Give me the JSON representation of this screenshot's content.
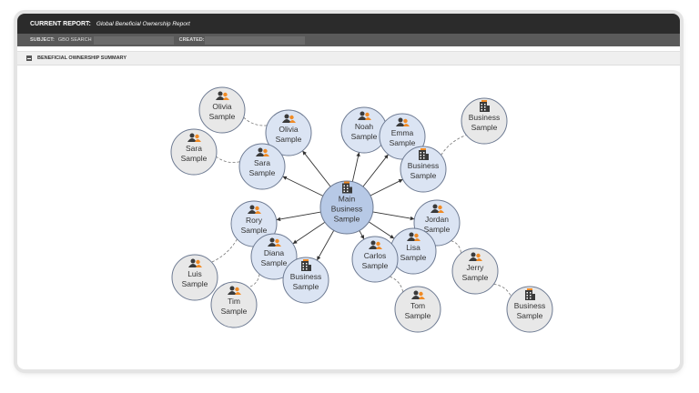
{
  "header": {
    "current_report_label": "CURRENT REPORT:",
    "report_name": "Global Beneficial Ownership Report"
  },
  "subject": {
    "label": "SUBJECT:",
    "value": "GBO SEARCH",
    "created_label": "CREATED:"
  },
  "section": {
    "title": "BENEFICIAL OWNERSHIP SUMMARY"
  },
  "graph": {
    "colors": {
      "main": "#b7c9e6",
      "level1": "#dbe4f3",
      "level2": "#e8e8e8",
      "border": "#6d7a92",
      "accent": "#f08a24",
      "icon": "#3a3a3a"
    },
    "nodes": [
      {
        "id": "main",
        "lines": [
          "Main",
          "Business",
          "Sample"
        ],
        "icon": "building",
        "level": 0
      },
      {
        "id": "olivia1",
        "lines": [
          "Olivia",
          "Sample"
        ],
        "icon": "people",
        "level": 1
      },
      {
        "id": "noah",
        "lines": [
          "Noah",
          "Sample"
        ],
        "icon": "people",
        "level": 1
      },
      {
        "id": "emma",
        "lines": [
          "Emma",
          "Sample"
        ],
        "icon": "people",
        "level": 1
      },
      {
        "id": "biz1",
        "lines": [
          "Business",
          "Sample"
        ],
        "icon": "building",
        "level": 1
      },
      {
        "id": "sara1",
        "lines": [
          "Sara",
          "Sample"
        ],
        "icon": "people",
        "level": 1
      },
      {
        "id": "rory",
        "lines": [
          "Rory",
          "Sample"
        ],
        "icon": "people",
        "level": 1
      },
      {
        "id": "jordan",
        "lines": [
          "Jordan",
          "Sample"
        ],
        "icon": "people",
        "level": 1
      },
      {
        "id": "diana",
        "lines": [
          "Diana",
          "Sample"
        ],
        "icon": "people",
        "level": 1
      },
      {
        "id": "lisa",
        "lines": [
          "Lisa",
          "Sample"
        ],
        "icon": "people",
        "level": 1
      },
      {
        "id": "carlos",
        "lines": [
          "Carlos",
          "Sample"
        ],
        "icon": "people",
        "level": 1
      },
      {
        "id": "biz2",
        "lines": [
          "Business",
          "Sample"
        ],
        "icon": "building",
        "level": 1
      },
      {
        "id": "olivia2",
        "lines": [
          "Olivia",
          "Sample"
        ],
        "icon": "people",
        "level": 2
      },
      {
        "id": "sara2",
        "lines": [
          "Sara",
          "Sample"
        ],
        "icon": "people",
        "level": 2
      },
      {
        "id": "biz3",
        "lines": [
          "Business",
          "Sample"
        ],
        "icon": "building",
        "level": 2
      },
      {
        "id": "luis",
        "lines": [
          "Luis",
          "Sample"
        ],
        "icon": "people",
        "level": 2
      },
      {
        "id": "tim",
        "lines": [
          "Tim",
          "Sample"
        ],
        "icon": "people",
        "level": 2
      },
      {
        "id": "tom",
        "lines": [
          "Tom",
          "Sample"
        ],
        "icon": "people",
        "level": 2
      },
      {
        "id": "jerry",
        "lines": [
          "Jerry",
          "Sample"
        ],
        "icon": "people",
        "level": 2
      },
      {
        "id": "biz4",
        "lines": [
          "Business",
          "Sample"
        ],
        "icon": "building",
        "level": 2
      }
    ],
    "edges": [
      [
        "main",
        "olivia1",
        "solid"
      ],
      [
        "main",
        "noah",
        "solid"
      ],
      [
        "main",
        "emma",
        "solid"
      ],
      [
        "main",
        "biz1",
        "solid"
      ],
      [
        "main",
        "sara1",
        "solid"
      ],
      [
        "main",
        "rory",
        "solid"
      ],
      [
        "main",
        "jordan",
        "solid"
      ],
      [
        "main",
        "diana",
        "solid"
      ],
      [
        "main",
        "lisa",
        "solid"
      ],
      [
        "main",
        "carlos",
        "solid"
      ],
      [
        "main",
        "biz2",
        "solid"
      ],
      [
        "olivia1",
        "olivia2",
        "dashed"
      ],
      [
        "sara1",
        "sara2",
        "dashed"
      ],
      [
        "biz1",
        "biz3",
        "dashed"
      ],
      [
        "rory",
        "luis",
        "dashed"
      ],
      [
        "diana",
        "tim",
        "dashed"
      ],
      [
        "carlos",
        "tom",
        "dashed"
      ],
      [
        "jordan",
        "jerry",
        "dashed"
      ],
      [
        "jerry",
        "biz4",
        "dashed"
      ]
    ]
  }
}
